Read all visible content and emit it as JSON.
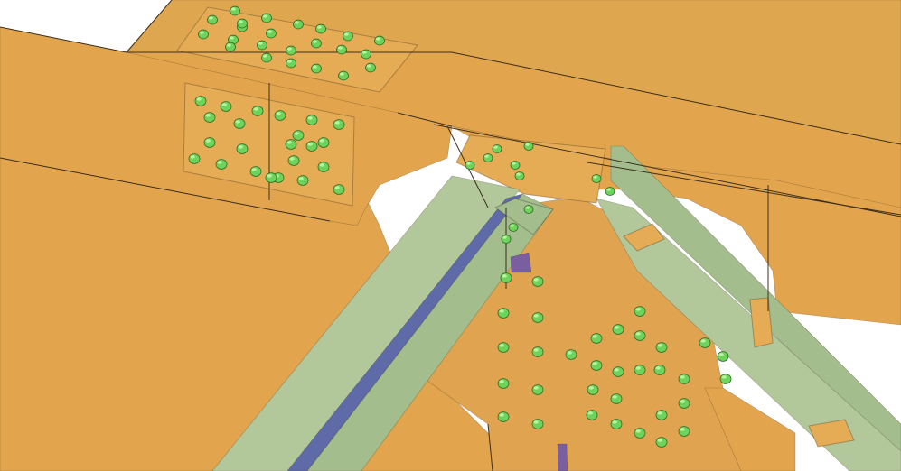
{
  "scene": {
    "kind": "3d-steel-connection-model",
    "colors": {
      "background": "#ffffff",
      "girder_web": "#e2a44c",
      "girder_top": "#dfa650",
      "gusset": "#e0a451",
      "splice_plate": "#e6ac55",
      "brace_flange": "#a3bd8c",
      "brace_flange_light": "#b2c89a",
      "brace_web": "#5f6aa8",
      "brace_shadow": "#7a5fa0",
      "bolt": "#6ed35a",
      "bolt_highlight": "#b6f2a0",
      "edge": "#3b2f1f"
    },
    "parts": [
      "top-girder",
      "bottom-girder-web",
      "web-splice-plate",
      "flange-splice-plate",
      "gusset-plate",
      "diagonal-brace-left",
      "diagonal-brace-right",
      "bolt-groups"
    ]
  }
}
